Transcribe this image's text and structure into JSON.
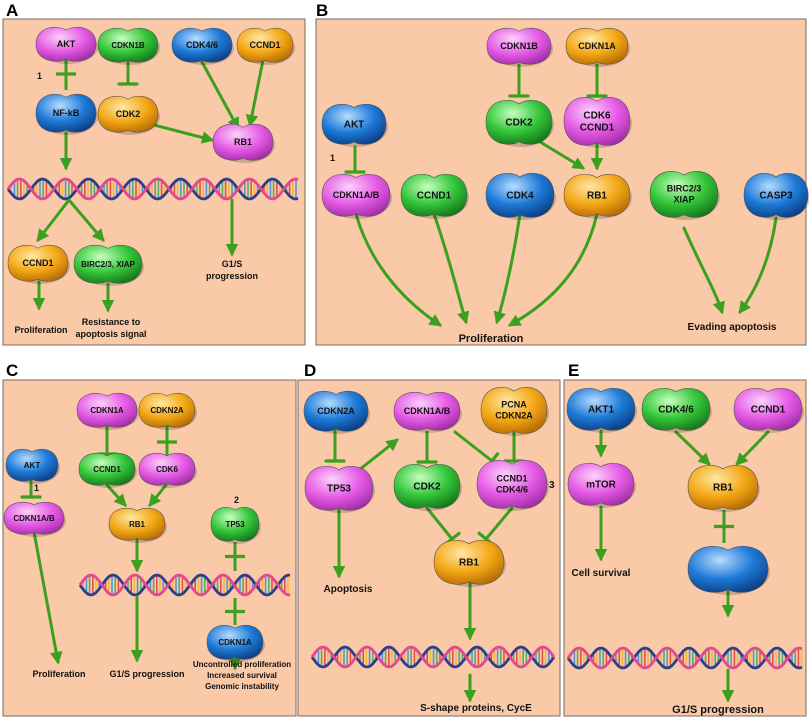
{
  "colors": {
    "panel_bg": "#f9c9a8",
    "panel_border": "#7a6a60",
    "arrow": "#3aa01e",
    "magenta": "#e65be6",
    "blue": "#1e7ad8",
    "orange": "#f4a816",
    "green": "#34c63a"
  },
  "panels": {
    "A": {
      "letter": "A",
      "nodes": {
        "akt": "AKT",
        "cdkn1b": "CDKN1B",
        "cdk46": "CDK4/6",
        "ccnd1": "CCND1",
        "nfkb": "NF-kB",
        "cdk2": "CDK2",
        "rb1": "RB1",
        "ccnd1_out": "CCND1",
        "birc": "BIRC2/3, XIAP"
      },
      "labels": {
        "num": "1",
        "g1s": [
          "G1/S",
          "progression"
        ],
        "proliferation": "Proliferation",
        "resistance": [
          "Resistance to",
          "apoptosis signal"
        ]
      }
    },
    "B": {
      "letter": "B",
      "nodes": {
        "cdkn1b": "CDKN1B",
        "cdkn1a": "CDKN1A",
        "akt": "AKT",
        "cdk2": "CDK2",
        "cdk6_ccnd1": [
          "CDK6",
          "CCND1"
        ],
        "cdkn1ab": "CDKN1A/B",
        "ccnd1": "CCND1",
        "cdk4": "CDK4",
        "rb1": "RB1",
        "birc": [
          "BIRC2/3",
          "XIAP"
        ],
        "casp3": "CASP3"
      },
      "labels": {
        "num": "1",
        "proliferation": "Proliferation",
        "evading": "Evading apoptosis"
      }
    },
    "C": {
      "letter": "C",
      "nodes": {
        "cdkn1a": "CDKN1A",
        "cdkn2a": "CDKN2A",
        "akt": "AKT",
        "ccnd1": "CCND1",
        "cdk6": "CDK6",
        "cdkn1ab": "CDKN1A/B",
        "rb1": "RB1",
        "tp53": "TP53",
        "cdkn1a_out": "CDKN1A"
      },
      "labels": {
        "num1": "1",
        "num2": "2",
        "proliferation": "Proliferation",
        "g1s": "G1/S progression",
        "outcomes": [
          "Uncontrolled proliferation",
          "Increased survival",
          "Genomic instability"
        ]
      }
    },
    "D": {
      "letter": "D",
      "nodes": {
        "cdkn2a": "CDKN2A",
        "cdkn1ab": "CDKN1A/B",
        "pcna_cdkn2a": [
          "PCNA",
          "CDKN2A"
        ],
        "tp53": "TP53",
        "cdk2": "CDK2",
        "ccnd1_cdk46": [
          "CCND1",
          "CDK4/6"
        ],
        "rb1": "RB1"
      },
      "labels": {
        "num": "3",
        "apoptosis": "Apoptosis",
        "sshape": "S-shape proteins, CycE"
      }
    },
    "E": {
      "letter": "E",
      "nodes": {
        "akt1": "AKT1",
        "cdk46": "CDK4/6",
        "ccnd1": "CCND1",
        "mtor": "mTOR",
        "rb1": "RB1",
        "unlabeled": ""
      },
      "labels": {
        "cell_survival": "Cell survival",
        "g1s": "G1/S progression"
      }
    }
  }
}
